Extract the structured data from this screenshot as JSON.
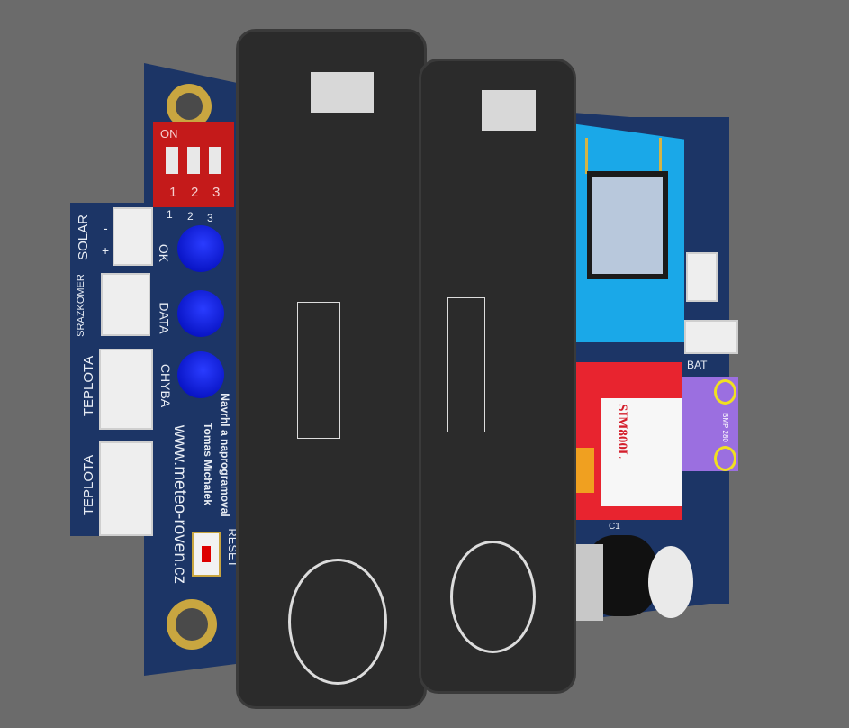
{
  "dip_switch": {
    "on_label": "ON",
    "positions": [
      "1",
      "2",
      "3"
    ]
  },
  "led_numbers": [
    "1",
    "2",
    "3"
  ],
  "connectors": {
    "solar": {
      "label": "SOLAR",
      "minus": "-",
      "plus": "+"
    },
    "rain_gauge": {
      "label": "SRAZKOMER"
    },
    "temp1": {
      "label": "TEPLOTA"
    },
    "temp2": {
      "label": "TEPLOTA"
    }
  },
  "leds": {
    "ok": "OK",
    "data": "DATA",
    "error": "CHYBA"
  },
  "credits": {
    "line1": "Navrhl a naprogramoval",
    "line2": "Tomas Michalek",
    "url": "www.meteo-roven.cz"
  },
  "reset_label": "RESET",
  "bat_label": "BAT",
  "gsm_module": {
    "name": "SIM800L"
  },
  "sensor": {
    "name": "BMP 280"
  },
  "capacitor_label": "C1",
  "colors": {
    "pcb": "#1c3566",
    "background": "#6b6b6b",
    "led": "#1020e0",
    "gsm": "#e8242f",
    "sensor": "#9b6fe0",
    "wifi": "#1aa8e8"
  }
}
